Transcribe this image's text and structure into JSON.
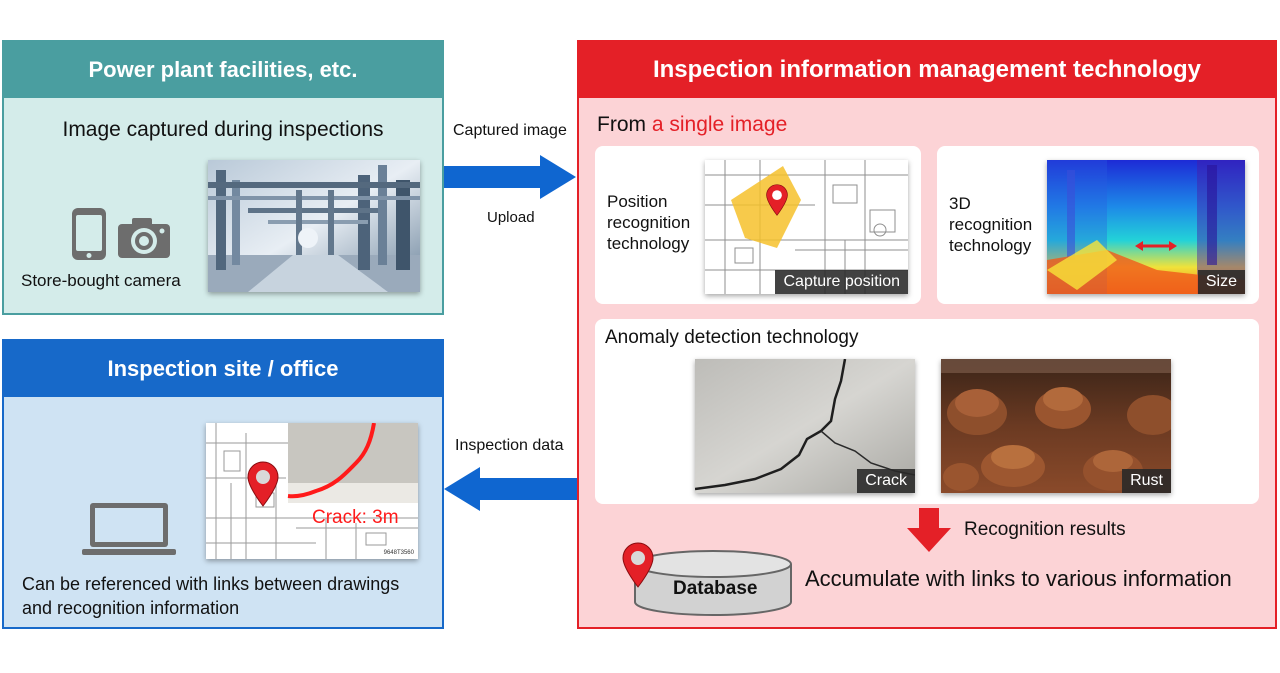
{
  "power_plant": {
    "title": "Power plant facilities, etc.",
    "subtitle": "Image captured during inspections",
    "camera_label": "Store-bought camera"
  },
  "site": {
    "title": "Inspection site / office",
    "crack_label": "Crack: 3m",
    "drawing_id": "9648T3560",
    "caption_line1": "Can be referenced with links between drawings",
    "caption_line2": "and recognition information"
  },
  "arrows": {
    "captured_image": "Captured image",
    "upload": "Upload",
    "inspection_data": "Inspection data",
    "recognition_results": "Recognition results"
  },
  "management": {
    "title": "Inspection information management technology",
    "from_prefix": "From",
    "from_highlight": "a single image",
    "position": {
      "line1": "Position",
      "line2": "recognition",
      "line3": "technology",
      "tag": "Capture position"
    },
    "recognition3d": {
      "line1": "3D",
      "line2": "recognition",
      "line3": "technology",
      "tag": "Size"
    },
    "anomaly": {
      "title": "Anomaly detection technology",
      "crack_tag": "Crack",
      "rust_tag": "Rust"
    },
    "database_label": "Database",
    "accumulate": "Accumulate with links to various information"
  },
  "colors": {
    "teal": "#4a9ea0",
    "teal_bg": "#d4ecea",
    "blue": "#1769c9",
    "blue_bg": "#cfe3f3",
    "red": "#e42027",
    "red_bg": "#fcd3d6",
    "arrow_blue": "#0f66d0"
  }
}
